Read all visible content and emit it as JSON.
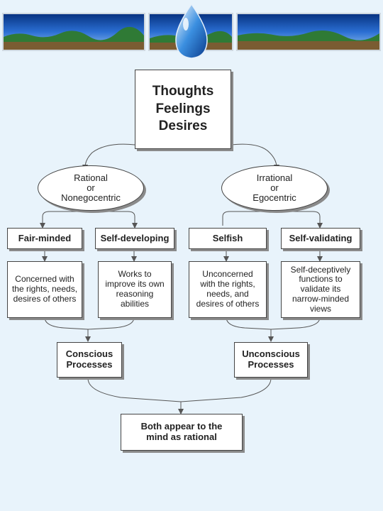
{
  "colors": {
    "background": "#e8f3fb",
    "sky": "#0c3fa8",
    "land": "#7a5c32",
    "trees": "#2f7a35"
  },
  "top": {
    "lines": [
      "Thoughts",
      "Feelings",
      "Desires"
    ]
  },
  "branches": {
    "left": {
      "lines": [
        "Rational",
        "or",
        "Nonegocentric"
      ],
      "traits": [
        {
          "label": "Fair-minded",
          "desc": [
            "Concerned with",
            "the rights, needs,",
            "desires of others"
          ]
        },
        {
          "label": "Self-developing",
          "desc": [
            "Works to",
            "improve its own",
            "reasoning",
            "abilities"
          ]
        }
      ],
      "process": [
        "Conscious",
        "Processes"
      ]
    },
    "right": {
      "lines": [
        "Irrational",
        "or",
        "Egocentric"
      ],
      "traits": [
        {
          "label": "Selfish",
          "desc": [
            "Unconcerned",
            "with the rights,",
            "needs, and",
            "desires of others"
          ]
        },
        {
          "label": "Self-validating",
          "desc": [
            "Self-deceptively",
            "functions to",
            "validate its",
            "narrow-minded views"
          ]
        }
      ],
      "process": [
        "Unconscious",
        "Processes"
      ]
    }
  },
  "conclusion": {
    "lines": [
      "Both appear to the",
      "mind as rational"
    ]
  }
}
